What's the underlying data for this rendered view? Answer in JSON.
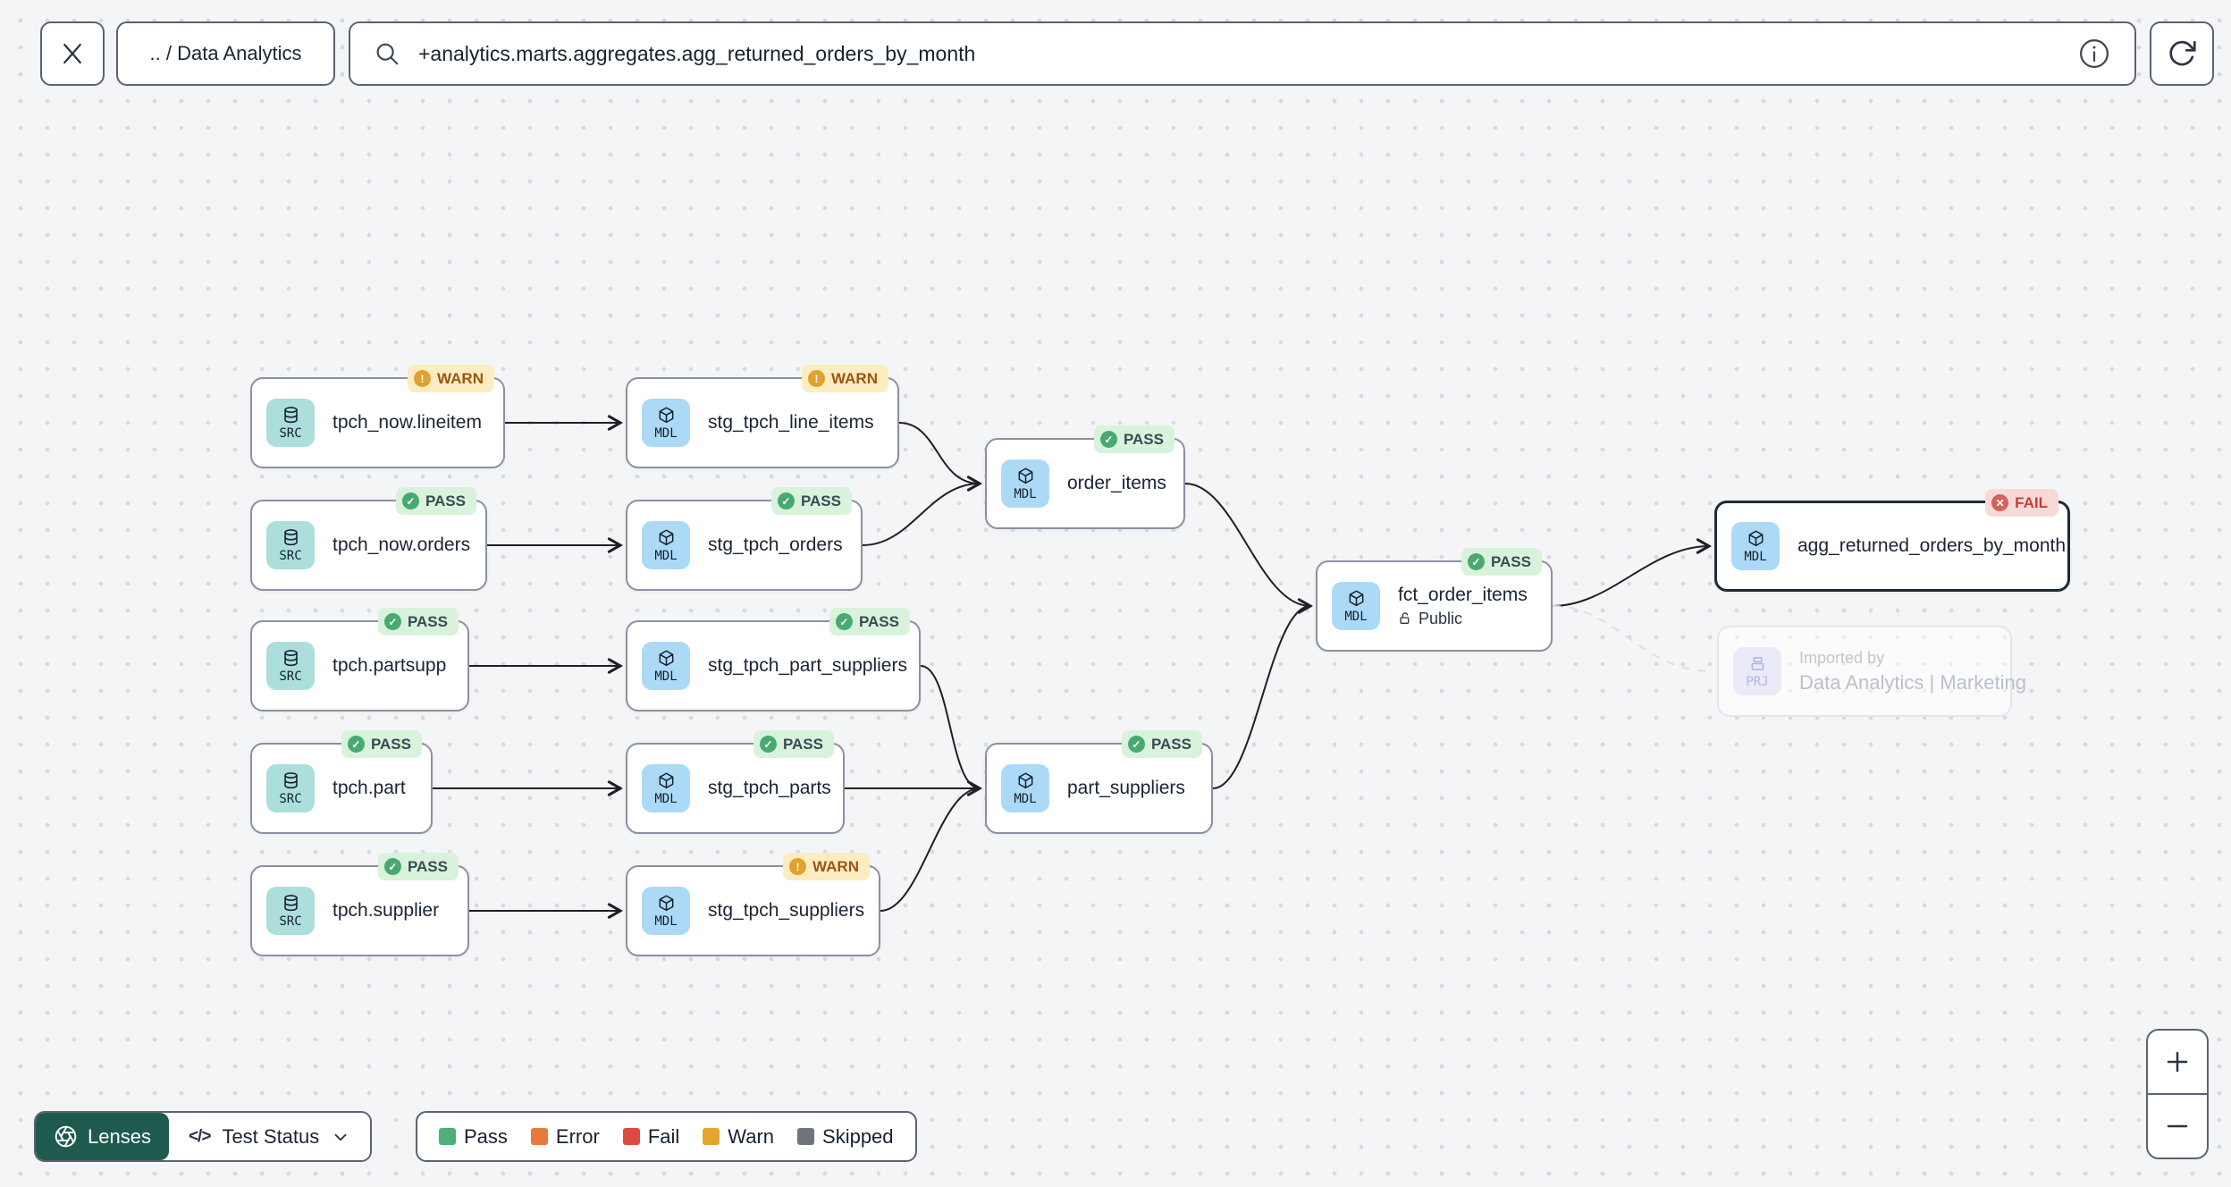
{
  "topbar": {
    "breadcrumb": ".. / Data Analytics",
    "search_value": "+analytics.marts.aggregates.agg_returned_orders_by_month"
  },
  "icons": {
    "pass_check": "✓",
    "warn_mark": "!",
    "fail_mark": "✕",
    "code": "</>"
  },
  "nodes": [
    {
      "type": "SRC",
      "label": "tpch_now.lineitem",
      "status": "WARN"
    },
    {
      "type": "MDL",
      "label": "stg_tpch_line_items",
      "status": "WARN"
    },
    {
      "type": "SRC",
      "label": "tpch_now.orders",
      "status": "PASS"
    },
    {
      "type": "MDL",
      "label": "stg_tpch_orders",
      "status": "PASS"
    },
    {
      "type": "SRC",
      "label": "tpch.partsupp",
      "status": "PASS"
    },
    {
      "type": "MDL",
      "label": "stg_tpch_part_suppliers",
      "status": "PASS"
    },
    {
      "type": "SRC",
      "label": "tpch.part",
      "status": "PASS"
    },
    {
      "type": "MDL",
      "label": "stg_tpch_parts",
      "status": "PASS"
    },
    {
      "type": "SRC",
      "label": "tpch.supplier",
      "status": "PASS"
    },
    {
      "type": "MDL",
      "label": "stg_tpch_suppliers",
      "status": "WARN"
    },
    {
      "type": "MDL",
      "label": "order_items",
      "status": "PASS"
    },
    {
      "type": "MDL",
      "label": "part_suppliers",
      "status": "PASS"
    },
    {
      "type": "MDL",
      "label": "fct_order_items",
      "status": "PASS",
      "access": "Public"
    },
    {
      "type": "MDL",
      "label": "agg_returned_orders_by_month",
      "status": "FAIL"
    },
    {
      "type": "PRJ",
      "title": "Imported by",
      "label": "Data Analytics | Marketing"
    }
  ],
  "edges": [
    [
      "tpch_now.lineitem",
      "stg_tpch_line_items"
    ],
    [
      "tpch_now.orders",
      "stg_tpch_orders"
    ],
    [
      "tpch.partsupp",
      "stg_tpch_part_suppliers"
    ],
    [
      "tpch.part",
      "stg_tpch_parts"
    ],
    [
      "tpch.supplier",
      "stg_tpch_suppliers"
    ],
    [
      "stg_tpch_line_items",
      "order_items"
    ],
    [
      "stg_tpch_orders",
      "order_items"
    ],
    [
      "stg_tpch_part_suppliers",
      "part_suppliers"
    ],
    [
      "stg_tpch_parts",
      "part_suppliers"
    ],
    [
      "stg_tpch_suppliers",
      "part_suppliers"
    ],
    [
      "order_items",
      "fct_order_items"
    ],
    [
      "part_suppliers",
      "fct_order_items"
    ],
    [
      "fct_order_items",
      "agg_returned_orders_by_month"
    ],
    [
      "fct_order_items",
      "project_import"
    ]
  ],
  "controls": {
    "lenses": "Lenses",
    "lens_selector": "Test Status"
  },
  "legend": [
    {
      "label": "Pass",
      "color": "#4DB076"
    },
    {
      "label": "Error",
      "color": "#E87A3E"
    },
    {
      "label": "Fail",
      "color": "#DC4B41"
    },
    {
      "label": "Warn",
      "color": "#E3A52D"
    },
    {
      "label": "Skipped",
      "color": "#6F747A"
    }
  ],
  "colors": {
    "lenses_button": "#1E5B4E",
    "selected_border": "#1F2A37",
    "pass_dot": "#48A971",
    "warn_dot": "#DFA22C",
    "fail_dot": "#D4615C",
    "src_chip": "#ACDFDB",
    "mdl_chip": "#ACDAF6",
    "prj_chip": "#EAEAF9"
  }
}
